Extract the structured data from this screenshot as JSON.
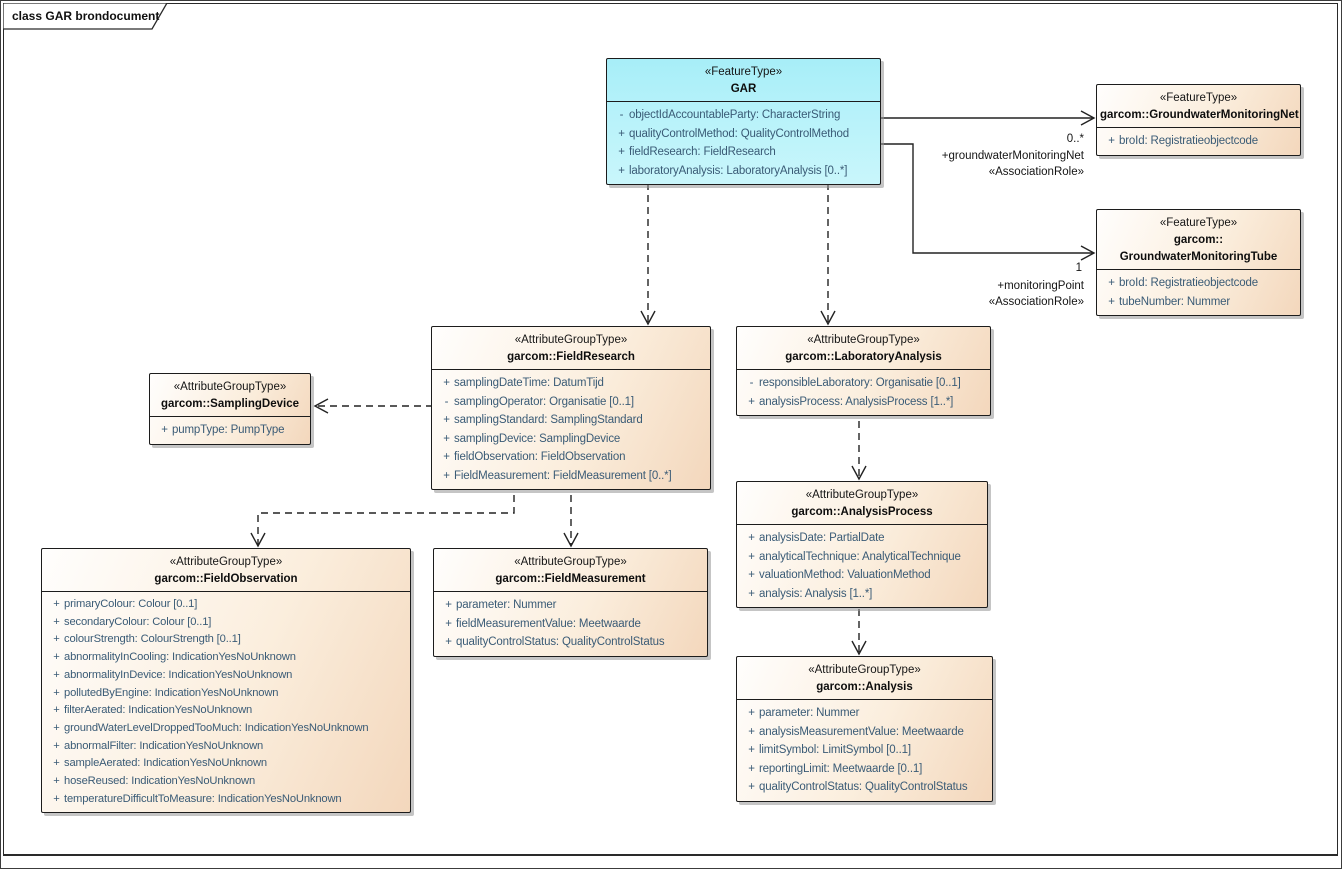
{
  "frame": {
    "title": "class GAR brondocument"
  },
  "colors": {
    "feature_type_fill": "#a7eef8",
    "attribute_group_fill": "#f7e0c9",
    "attribute_text": "#3a5b76",
    "border": "#1c1c1c",
    "shadow": "#969696"
  },
  "classes": [
    {
      "id": "gar",
      "stereotype": "«FeatureType»",
      "name": "GAR",
      "attributes": [
        {
          "vis": "-",
          "text": "objectIdAccountableParty: CharacterString"
        },
        {
          "vis": "+",
          "text": "qualityControlMethod: QualityControlMethod"
        },
        {
          "vis": "+",
          "text": "fieldResearch: FieldResearch"
        },
        {
          "vis": "+",
          "text": "laboratoryAnalysis: LaboratoryAnalysis [0..*]"
        }
      ]
    },
    {
      "id": "net",
      "stereotype": "«FeatureType»",
      "name": "garcom::GroundwaterMonitoringNet",
      "attributes": [
        {
          "vis": "+",
          "text": "broId: Registratieobjectcode"
        }
      ]
    },
    {
      "id": "tube",
      "stereotype": "«FeatureType»",
      "name": "garcom::\nGroundwaterMonitoringTube",
      "attributes": [
        {
          "vis": "+",
          "text": "broId: Registratieobjectcode"
        },
        {
          "vis": "+",
          "text": "tubeNumber: Nummer"
        }
      ]
    },
    {
      "id": "fres",
      "stereotype": "«AttributeGroupType»",
      "name": "garcom::FieldResearch",
      "attributes": [
        {
          "vis": "+",
          "text": "samplingDateTime: DatumTijd"
        },
        {
          "vis": "-",
          "text": "samplingOperator: Organisatie [0..1]"
        },
        {
          "vis": "+",
          "text": "samplingStandard: SamplingStandard"
        },
        {
          "vis": "+",
          "text": "samplingDevice: SamplingDevice"
        },
        {
          "vis": "+",
          "text": "fieldObservation: FieldObservation"
        },
        {
          "vis": "+",
          "text": "FieldMeasurement: FieldMeasurement [0..*]"
        }
      ]
    },
    {
      "id": "lab",
      "stereotype": "«AttributeGroupType»",
      "name": "garcom::LaboratoryAnalysis",
      "attributes": [
        {
          "vis": "-",
          "text": "responsibleLaboratory: Organisatie [0..1]"
        },
        {
          "vis": "+",
          "text": "analysisProcess: AnalysisProcess [1..*]"
        }
      ]
    },
    {
      "id": "sdev",
      "stereotype": "«AttributeGroupType»",
      "name": "garcom::SamplingDevice",
      "attributes": [
        {
          "vis": "+",
          "text": "pumpType: PumpType"
        }
      ]
    },
    {
      "id": "fobs",
      "stereotype": "«AttributeGroupType»",
      "name": "garcom::FieldObservation",
      "attributes": [
        {
          "vis": "+",
          "text": "primaryColour: Colour [0..1]"
        },
        {
          "vis": "+",
          "text": "secondaryColour: Colour [0..1]"
        },
        {
          "vis": "+",
          "text": "colourStrength: ColourStrength [0..1]"
        },
        {
          "vis": "+",
          "text": "abnormalityInCooling: IndicationYesNoUnknown"
        },
        {
          "vis": "+",
          "text": "abnormalityInDevice: IndicationYesNoUnknown"
        },
        {
          "vis": "+",
          "text": "pollutedByEngine: IndicationYesNoUnknown"
        },
        {
          "vis": "+",
          "text": "filterAerated: IndicationYesNoUnknown"
        },
        {
          "vis": "+",
          "text": "groundWaterLevelDroppedTooMuch: IndicationYesNoUnknown"
        },
        {
          "vis": "+",
          "text": "abnormalFilter: IndicationYesNoUnknown"
        },
        {
          "vis": "+",
          "text": "sampleAerated: IndicationYesNoUnknown"
        },
        {
          "vis": "+",
          "text": "hoseReused: IndicationYesNoUnknown"
        },
        {
          "vis": "+",
          "text": "temperatureDifficultToMeasure: IndicationYesNoUnknown"
        }
      ]
    },
    {
      "id": "fmeas",
      "stereotype": "«AttributeGroupType»",
      "name": "garcom::FieldMeasurement",
      "attributes": [
        {
          "vis": "+",
          "text": "parameter: Nummer"
        },
        {
          "vis": "+",
          "text": "fieldMeasurementValue: Meetwaarde"
        },
        {
          "vis": "+",
          "text": "qualityControlStatus: QualityControlStatus"
        }
      ]
    },
    {
      "id": "aproc",
      "stereotype": "«AttributeGroupType»",
      "name": "garcom::AnalysisProcess",
      "attributes": [
        {
          "vis": "+",
          "text": "analysisDate: PartialDate"
        },
        {
          "vis": "+",
          "text": "analyticalTechnique: AnalyticalTechnique"
        },
        {
          "vis": "+",
          "text": "valuationMethod: ValuationMethod"
        },
        {
          "vis": "+",
          "text": "analysis: Analysis [1..*]"
        }
      ]
    },
    {
      "id": "analysis",
      "stereotype": "«AttributeGroupType»",
      "name": "garcom::Analysis",
      "attributes": [
        {
          "vis": "+",
          "text": "parameter: Nummer"
        },
        {
          "vis": "+",
          "text": "analysisMeasurementValue: Meetwaarde"
        },
        {
          "vis": "+",
          "text": "limitSymbol: LimitSymbol [0..1]"
        },
        {
          "vis": "+",
          "text": "reportingLimit: Meetwaarde [0..1]"
        },
        {
          "vis": "+",
          "text": "qualityControlStatus: QualityControlStatus"
        }
      ]
    }
  ],
  "connector_labels": {
    "net_multiplicity": "0..*",
    "net_role": "+groundwaterMonitoringNet",
    "net_stereotype": "«AssociationRole»",
    "tube_multiplicity": "1",
    "tube_role": "+monitoringPoint",
    "tube_stereotype": "«AssociationRole»"
  }
}
